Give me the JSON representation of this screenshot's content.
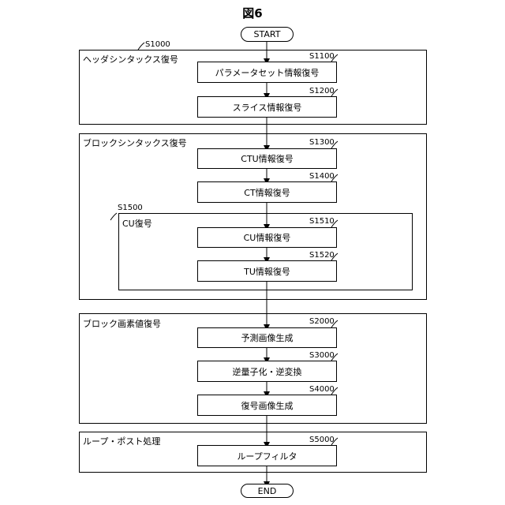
{
  "figure_title": "図6",
  "start_label": "START",
  "end_label": "END",
  "groups": [
    {
      "ref": "S1000",
      "label": "ヘッダシンタックス復号"
    },
    {
      "ref": "S1300-group",
      "label": "ブロックシンタックス復号"
    },
    {
      "ref": "S1500",
      "label": "CU復号"
    },
    {
      "ref": "S2000-group",
      "label": "ブロック画素値復号"
    },
    {
      "ref": "S5000-group",
      "label": "ループ・ポスト処理"
    }
  ],
  "group_refs": {
    "header": "S1000",
    "cu": "S1500"
  },
  "steps": [
    {
      "ref": "S1100",
      "label": "パラメータセット情報復号"
    },
    {
      "ref": "S1200",
      "label": "スライス情報復号"
    },
    {
      "ref": "S1300",
      "label": "CTU情報復号"
    },
    {
      "ref": "S1400",
      "label": "CT情報復号"
    },
    {
      "ref": "S1510",
      "label": "CU情報復号"
    },
    {
      "ref": "S1520",
      "label": "TU情報復号"
    },
    {
      "ref": "S2000",
      "label": "予測画像生成"
    },
    {
      "ref": "S3000",
      "label": "逆量子化・逆変換"
    },
    {
      "ref": "S4000",
      "label": "復号画像生成"
    },
    {
      "ref": "S5000",
      "label": "ループフィルタ"
    }
  ]
}
